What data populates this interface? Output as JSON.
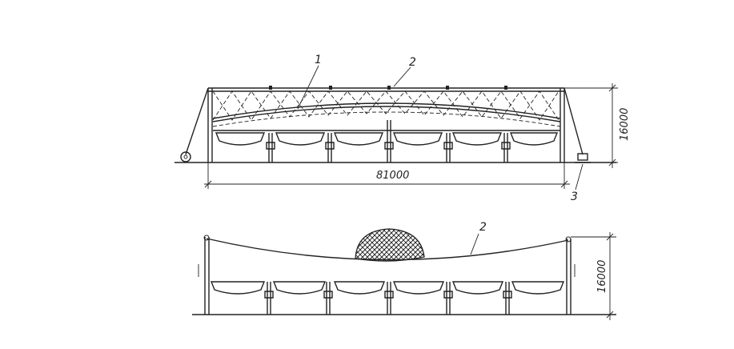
{
  "top_view": {
    "labels": {
      "part1": "1",
      "part2": "2",
      "part3": "3"
    },
    "span_dimension": "81000",
    "height_dimension": "16000"
  },
  "bottom_view": {
    "labels": {
      "part2": "2"
    },
    "height_dimension": "16000"
  },
  "colors": {
    "ink": "#222222",
    "background": "#ffffff"
  }
}
